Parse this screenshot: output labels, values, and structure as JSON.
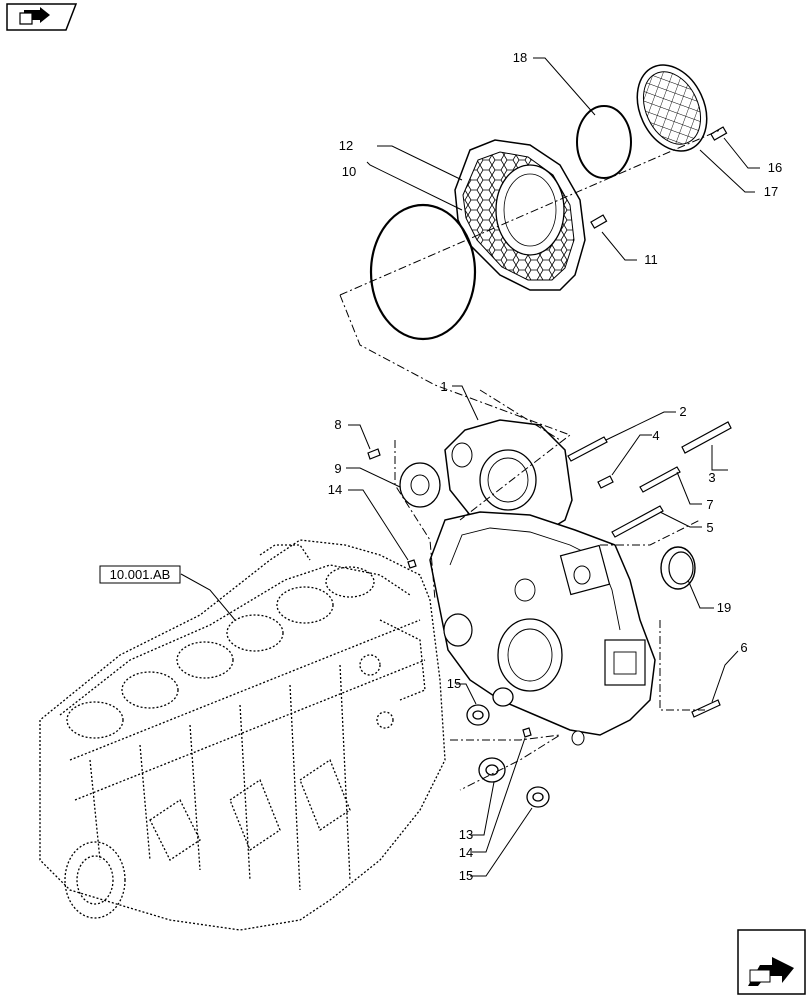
{
  "diagram": {
    "reference_label": "10.001.AB",
    "callouts": {
      "c1": "1",
      "c2": "2",
      "c3": "3",
      "c4": "4",
      "c5": "5",
      "c6": "6",
      "c7": "7",
      "c8": "8",
      "c9": "9",
      "c10": "10",
      "c11": "11",
      "c12": "12",
      "c13": "13",
      "c14a": "14",
      "c14b": "14",
      "c15a": "15",
      "c15b": "15",
      "c16": "16",
      "c17": "17",
      "c18": "18",
      "c19": "19"
    }
  },
  "icons": {
    "top_left": "book-arrow-icon",
    "bottom_right": "next-page-arrow-icon"
  }
}
